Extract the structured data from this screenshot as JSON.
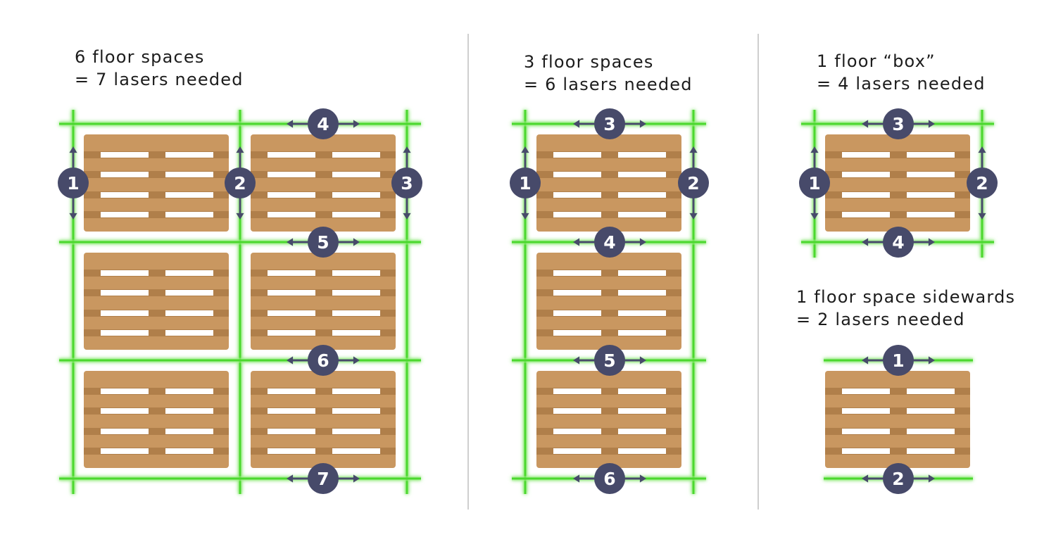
{
  "colors": {
    "laser": "#4cd82e",
    "laser_glow": "#a6f28f",
    "pallet": "#c99760",
    "pallet_dark": "#b07f4a",
    "slat": "#ffffff",
    "badge": "#474a6a",
    "badge_text": "#ffffff",
    "arrow": "#474a6a",
    "divider": "#cfcfcf"
  },
  "panels": [
    {
      "id": "six",
      "caption_line1": "6 floor spaces",
      "caption_line2": "= 7 lasers needed",
      "lasers": [
        "1",
        "2",
        "3",
        "4",
        "5",
        "6",
        "7"
      ]
    },
    {
      "id": "three",
      "caption_line1": "3 floor spaces",
      "caption_line2": "= 6 lasers needed",
      "lasers": [
        "1",
        "2",
        "3",
        "4",
        "5",
        "6"
      ]
    },
    {
      "id": "box",
      "caption_line1": "1 floor “box”",
      "caption_line2": "= 4 lasers needed",
      "lasers": [
        "1",
        "2",
        "3",
        "4"
      ]
    },
    {
      "id": "side",
      "caption_line1": "1 floor space sidewards",
      "caption_line2": "= 2 lasers needed",
      "lasers": [
        "1",
        "2"
      ]
    }
  ]
}
